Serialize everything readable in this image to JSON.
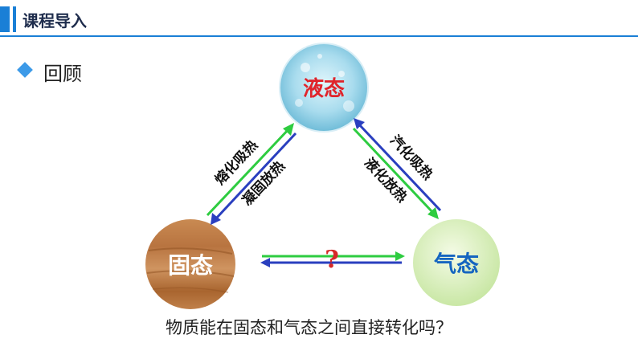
{
  "header": {
    "title": "课程导入",
    "accent_color": "#1a7fd6"
  },
  "section": {
    "bullet_icon": "diamond-bullet-icon",
    "label": "回顾"
  },
  "states": {
    "liquid": {
      "label": "液态",
      "color": "#e0242b"
    },
    "solid": {
      "label": "固态",
      "color": "#ffffff"
    },
    "gas": {
      "label": "气态",
      "color": "#1565c0"
    }
  },
  "arrows": {
    "solid_to_liquid": {
      "label": "熔化吸热",
      "color": "#2ecc40"
    },
    "liquid_to_solid": {
      "label": "凝固放热",
      "color": "#2a3fbf"
    },
    "liquid_to_gas": {
      "label": "汽化吸热",
      "color": "#2ecc40"
    },
    "gas_to_liquid": {
      "label": "液化放热",
      "color": "#2a3fbf"
    },
    "solid_gas_mark": {
      "label": "?",
      "color": "#d62828"
    }
  },
  "question": "物质能在固态和气态之间直接转化吗？"
}
